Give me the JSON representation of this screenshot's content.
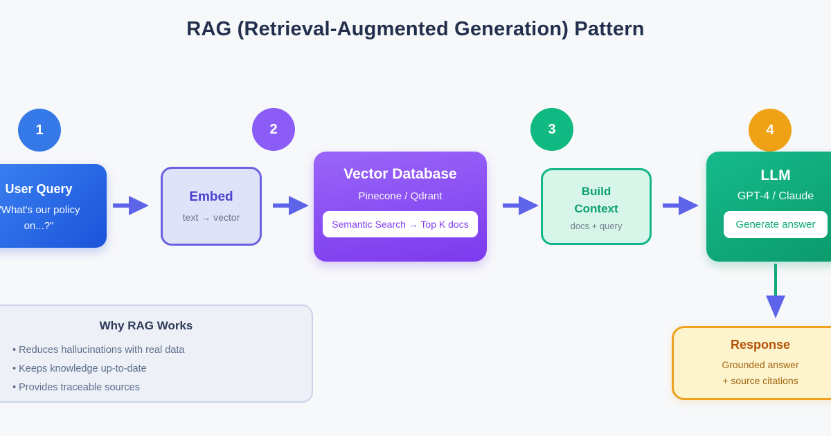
{
  "title": "RAG (Retrieval-Augmented Generation) Pattern",
  "steps": [
    {
      "number": "1",
      "color": "#3579e8"
    },
    {
      "number": "2",
      "color": "#8b5cf6"
    },
    {
      "number": "3",
      "color": "#10b981"
    },
    {
      "number": "4",
      "color": "#f0a216"
    }
  ],
  "nodes": {
    "user_query": {
      "title": "User Query",
      "subtitle": "\"What's our policy on...?\""
    },
    "embed": {
      "title": "Embed",
      "subtitle": "text → vector"
    },
    "vector_db": {
      "title": "Vector Database",
      "subtitle": "Pinecone / Qdrant",
      "badge": "Semantic Search → Top K docs"
    },
    "build_context": {
      "title": "Build Context",
      "subtitle": "docs + query"
    },
    "llm": {
      "title": "LLM",
      "subtitle": "GPT-4 / Claude",
      "badge": "Generate answer"
    },
    "response": {
      "title": "Response",
      "subtitle_line1": "Grounded answer",
      "subtitle_line2": "+ source citations"
    }
  },
  "why_rag": {
    "title": "Why RAG Works",
    "bullets": [
      "Reduces hallucinations with real data",
      "Keeps knowledge up-to-date",
      "Provides traceable sources"
    ]
  },
  "colors": {
    "background": "#f7f8fa",
    "title_text": "#22304e",
    "arrow": "#5d64e9",
    "down_arrow_stem": "#13a97c",
    "user_query_gradient_start": "#3e86f4",
    "user_query_gradient_end": "#1b53d9",
    "embed_bg": "#dee3fa",
    "embed_border": "#6a62e2",
    "vector_db_gradient_start": "#9a66f9",
    "vector_db_gradient_end": "#7c3aed",
    "build_context_bg": "#d7f5e8",
    "build_context_border": "#12b688",
    "llm_gradient_start": "#16bb8b",
    "llm_gradient_end": "#0b996b",
    "response_bg": "#fdf3cd",
    "response_border": "#efa11f",
    "why_panel_bg": "#edf0f6"
  }
}
